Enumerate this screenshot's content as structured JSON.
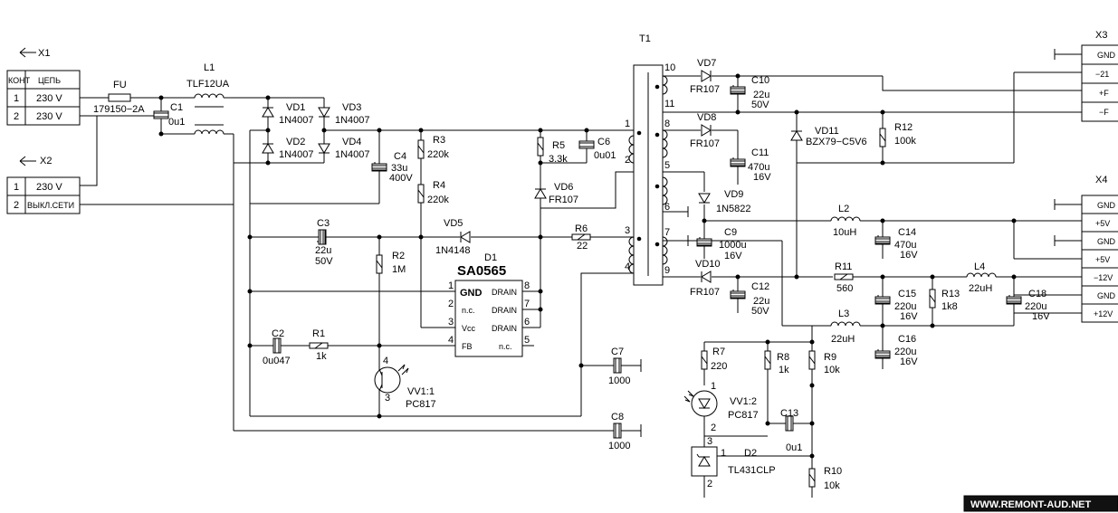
{
  "watermark": "WWW.REMONT-AUD.NET",
  "connectors": {
    "x1": {
      "ref": "X1",
      "header": [
        "КОНТ",
        "ЦЕПЬ"
      ],
      "rows": [
        [
          "1",
          "230 V"
        ],
        [
          "2",
          "230 V"
        ]
      ]
    },
    "x2": {
      "ref": "X2",
      "rows": [
        [
          "1",
          "230 V"
        ],
        [
          "2",
          "ВЫКЛ.СЕТИ"
        ]
      ]
    },
    "x3": {
      "ref": "X3",
      "pins": [
        "GND",
        "−21",
        "+F",
        "−F"
      ]
    },
    "x4": {
      "ref": "X4",
      "pins": [
        "GND",
        "+5V",
        "GND",
        "+5V",
        "−12V",
        "GND",
        "+12V"
      ]
    }
  },
  "input": {
    "fu": {
      "ref": "FU",
      "value": "179150−2A"
    },
    "l1": {
      "ref": "L1",
      "value": "TLF12UA"
    },
    "c1": {
      "ref": "C1",
      "value": "0u1"
    }
  },
  "bridge": {
    "vd1": {
      "ref": "VD1",
      "value": "1N4007"
    },
    "vd2": {
      "ref": "VD2",
      "value": "1N4007"
    },
    "vd3": {
      "ref": "VD3",
      "value": "1N4007"
    },
    "vd4": {
      "ref": "VD4",
      "value": "1N4007"
    }
  },
  "primary": {
    "c4": {
      "ref": "C4",
      "value": "33u",
      "value2": "400V"
    },
    "r3": {
      "ref": "R3",
      "value": "220k"
    },
    "r4": {
      "ref": "R4",
      "value": "220k"
    },
    "r5": {
      "ref": "R5",
      "value": "3.3k"
    },
    "c6": {
      "ref": "C6",
      "value": "0u01"
    },
    "vd6": {
      "ref": "VD6",
      "value": "FR107"
    },
    "c3": {
      "ref": "C3",
      "value": "22u",
      "value2": "50V"
    },
    "vd5": {
      "ref": "VD5",
      "value": "1N4148"
    },
    "r6": {
      "ref": "R6",
      "value": "22"
    },
    "r2": {
      "ref": "R2",
      "value": "1M"
    },
    "c2": {
      "ref": "C2",
      "value": "0u047"
    },
    "r1": {
      "ref": "R1",
      "value": "1k"
    },
    "vv11": {
      "ref": "VV1:1",
      "value": "PC817"
    },
    "c7": {
      "ref": "C7",
      "value": "1000"
    },
    "c8": {
      "ref": "C8",
      "value": "1000"
    }
  },
  "ic": {
    "ref": "D1",
    "name": "SA0565",
    "left_pins": [
      {
        "num": "1",
        "label": "GND"
      },
      {
        "num": "2",
        "label": "n.c."
      },
      {
        "num": "3",
        "label": "Vcc"
      },
      {
        "num": "4",
        "label": "FB"
      }
    ],
    "right_pins": [
      {
        "num": "8",
        "label": "DRAIN"
      },
      {
        "num": "7",
        "label": "DRAIN"
      },
      {
        "num": "6",
        "label": "DRAIN"
      },
      {
        "num": "5",
        "label": "n.c."
      }
    ]
  },
  "transformer": {
    "ref": "T1",
    "primary_pins": [
      "1",
      "2",
      "3",
      "4"
    ],
    "secondary_pins": [
      "10",
      "11",
      "8",
      "5",
      "6",
      "7",
      "9"
    ]
  },
  "secondary": {
    "vd7": {
      "ref": "VD7",
      "value": "FR107"
    },
    "c10": {
      "ref": "C10",
      "value": "22u",
      "value2": "50V"
    },
    "vd8": {
      "ref": "VD8",
      "value": "FR107"
    },
    "c11": {
      "ref": "C11",
      "value": "470u",
      "value2": "16V"
    },
    "vd11": {
      "ref": "VD11",
      "value": "BZX79−C5V6"
    },
    "r12": {
      "ref": "R12",
      "value": "100k"
    },
    "vd9": {
      "ref": "VD9",
      "value": "1N5822"
    },
    "c9": {
      "ref": "C9",
      "value": "1000u",
      "value2": "16V"
    },
    "l2": {
      "ref": "L2",
      "value": "10uH"
    },
    "c14": {
      "ref": "C14",
      "value": "470u",
      "value2": "16V"
    },
    "vd10": {
      "ref": "VD10",
      "value": "FR107"
    },
    "c12": {
      "ref": "C12",
      "value": "22u",
      "value2": "50V"
    },
    "r11": {
      "ref": "R11",
      "value": "560"
    },
    "c15": {
      "ref": "C15",
      "value": "220u",
      "value2": "16V"
    },
    "r13": {
      "ref": "R13",
      "value": "1k8"
    },
    "l4": {
      "ref": "L4",
      "value": "22uH"
    },
    "c18": {
      "ref": "C18",
      "value": "220u",
      "value2": "16V"
    },
    "l3": {
      "ref": "L3",
      "value": "22uH"
    },
    "c16": {
      "ref": "C16",
      "value": "220u",
      "value2": "16V"
    }
  },
  "feedback": {
    "r7": {
      "ref": "R7",
      "value": "220"
    },
    "r8": {
      "ref": "R8",
      "value": "1k"
    },
    "r9": {
      "ref": "R9",
      "value": "10k"
    },
    "vv12": {
      "ref": "VV1:2",
      "value": "PC817"
    },
    "c13": {
      "ref": "C13",
      "value": "0u1"
    },
    "d2": {
      "ref": "D2",
      "value": "TL431CLP"
    },
    "r10": {
      "ref": "R10",
      "value": "10k"
    }
  },
  "pin_numbers": {
    "one": "1",
    "two": "2",
    "three": "3",
    "four": "4"
  }
}
